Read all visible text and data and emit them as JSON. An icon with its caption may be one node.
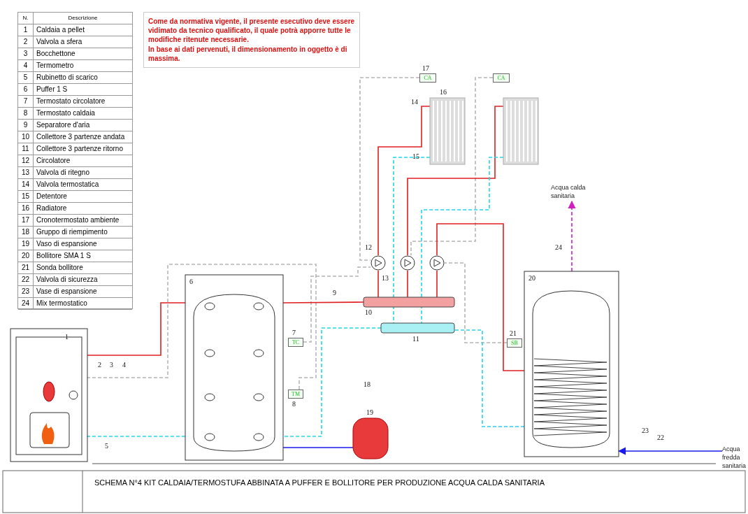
{
  "diagram": {
    "title": "SCHEMA N°4 KIT CALDAIA/TERMOSTUFA ABBINATA A PUFFER E BOLLITORE PER PRODUZIONE ACQUA CALDA SANITARIA",
    "nodes": [
      {
        "text": [
          "CA"
        ],
        "beside": [
          "17"
        ]
      },
      {
        "text": [
          "CA"
        ]
      },
      {
        "text": [],
        "shape": "picture",
        "beside": [
          "16"
        ]
      },
      {
        "text": [],
        "shape": "picture"
      },
      {
        "text": [],
        "shape": "picture",
        "beside": [
          "12"
        ]
      },
      {
        "text": [],
        "shape": "picture"
      },
      {
        "text": [],
        "shape": "picture"
      },
      {
        "text": [],
        "shape": "bar",
        "beside": [
          "10"
        ]
      },
      {
        "text": [],
        "shape": "bar",
        "beside": [
          "11"
        ]
      },
      {
        "text": [
          "6"
        ]
      },
      {
        "text": [
          "TC"
        ],
        "beside": [
          "7"
        ]
      },
      {
        "text": [
          "1"
        ]
      },
      {
        "text": [
          "TM"
        ],
        "beside": [
          "8"
        ]
      },
      {
        "text": [
          "SB"
        ],
        "beside": [
          "21"
        ]
      },
      {
        "text": [
          "20"
        ]
      },
      {
        "text": [],
        "shape": "cylinder",
        "beside": [
          "19"
        ]
      },
      {
        "text": [
          "Acqua calda sanitaria"
        ]
      },
      {
        "text": [
          "Acqua fredda sanitaria"
        ]
      }
    ],
    "edges": [
      {
        "from": 0,
        "to": 4,
        "arrow": "none",
        "style": "dashed",
        "color": "#b4b4b4"
      },
      {
        "from": 1,
        "to": 5,
        "arrow": "none",
        "style": "dashed",
        "color": "#b4b4b4"
      },
      {
        "from": 10,
        "to": 4,
        "arrow": "none",
        "style": "dashed",
        "color": "#b4b4b4"
      },
      {
        "from": 12,
        "to": 11,
        "arrow": "none",
        "style": "dashed",
        "color": "#b4b4b4"
      },
      {
        "from": 13,
        "to": 6,
        "arrow": "none",
        "style": "dashed",
        "color": "#b4b4b4"
      },
      {
        "from": 11,
        "to": 9,
        "arrow": "none",
        "color": "#e02020"
      },
      {
        "from": 9,
        "to": 11,
        "arrow": "none",
        "style": "dashed",
        "color": "#20d8e8"
      },
      {
        "from": 9,
        "to": 7,
        "arrow": "none",
        "color": "#e02020"
      },
      {
        "from": 8,
        "to": 9,
        "arrow": "none",
        "style": "dashed",
        "color": "#20d8e8"
      },
      {
        "from": 7,
        "to": 4,
        "arrow": "none",
        "color": "#e02020"
      },
      {
        "from": 4,
        "to": 2,
        "arrow": "none",
        "color": "#e02020"
      },
      {
        "from": 2,
        "to": 8,
        "arrow": "none",
        "style": "dashed",
        "color": "#20d8e8"
      },
      {
        "from": 7,
        "to": 5,
        "arrow": "none",
        "color": "#e02020"
      },
      {
        "from": 5,
        "to": 3,
        "arrow": "none",
        "color": "#e02020"
      },
      {
        "from": 3,
        "to": 8,
        "arrow": "none",
        "style": "dashed",
        "color": "#20d8e8"
      },
      {
        "from": 7,
        "to": 6,
        "arrow": "none",
        "color": "#e02020"
      },
      {
        "from": 6,
        "to": 14,
        "arrow": "none",
        "color": "#e02020"
      },
      {
        "from": 14,
        "to": 8,
        "arrow": "none",
        "style": "dashed",
        "color": "#20d8e8"
      },
      {
        "from": 15,
        "to": 9,
        "arrow": "none",
        "color": "#1a1aee"
      },
      {
        "from": 14,
        "to": 16,
        "arrow": "to",
        "style": "dashed",
        "color": "#d020c0"
      },
      {
        "from": 17,
        "to": 14,
        "arrow": "to",
        "color": "#1a1aee"
      }
    ],
    "labels": [
      "N.",
      "Descrizione",
      "1",
      "Caldaia a pellet",
      "2",
      "Valvola a sfera",
      "3",
      "Bocchettone",
      "4",
      "Termometro",
      "5",
      "Rubinetto di scarico",
      "6",
      "Puffer 1 S",
      "7",
      "Termostato circolatore",
      "8",
      "Termostato caldaia",
      "9",
      "Separatore d'aria",
      "10",
      "Collettore 3 partenze andata",
      "11",
      "Collettore 3 partenze ritorno",
      "12",
      "Circolatore",
      "13",
      "Valvola di ritegno",
      "14",
      "Valvola termostatica",
      "15",
      "Detentore",
      "16",
      "Radiatore",
      "17",
      "Cronotermostato ambiente",
      "18",
      "Gruppo di riempimento",
      "19",
      "Vaso di espansione",
      "20",
      "Bollitore SMA 1 S",
      "21",
      "Sonda bollitore",
      "22",
      "Valvola di sicurezza",
      "23",
      "Vase di espansione",
      "24",
      "Mix termostatico",
      "Come da normativa vigente, il presente esecutivo deve essere vidimato da tecnico qualificato, il quale potrà apporre tutte le modifiche ritenute necessarie.",
      "In base ai dati pervenuti, il dimensionamento in oggetto è di massima.",
      "14",
      "15",
      "13",
      "9",
      "2",
      "3",
      "4",
      "5",
      "18",
      "24",
      "23",
      "22"
    ]
  }
}
